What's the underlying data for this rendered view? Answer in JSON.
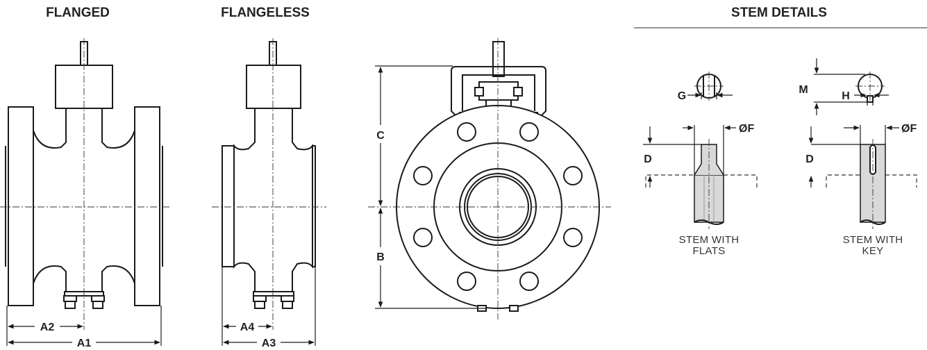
{
  "titles": {
    "flanged": "FLANGED",
    "flangeless": "FLANGELESS",
    "stem_details": "STEM DETAILS"
  },
  "dimension_labels": {
    "a1": "A1",
    "a2": "A2",
    "a3": "A3",
    "a4": "A4",
    "b": "B",
    "c": "C",
    "d_flats": "D",
    "d_key": "D",
    "f_flats": "ØF",
    "f_key": "ØF",
    "g": "G",
    "h": "H",
    "m": "M"
  },
  "captions": {
    "flats_line1": "STEM WITH",
    "flats_line2": "FLATS",
    "key_line1": "STEM WITH",
    "key_line2": "KEY"
  }
}
